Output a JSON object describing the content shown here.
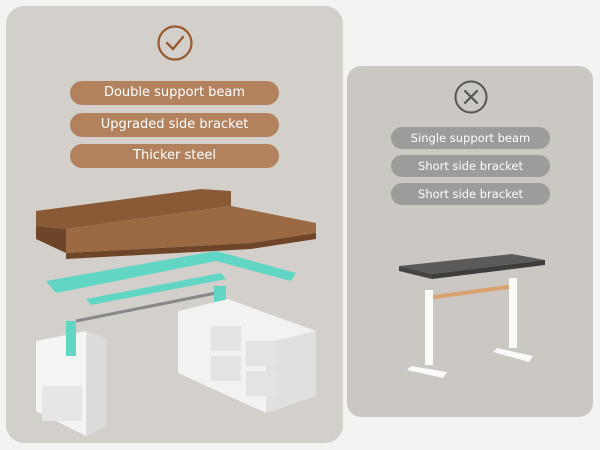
{
  "good": {
    "icon": "check-circle-icon",
    "features": [
      "Double support beam",
      "Upgraded side bracket",
      "Thicker steel"
    ],
    "accent": "#b2825f"
  },
  "bad": {
    "icon": "x-circle-icon",
    "features": [
      "Single support beam",
      "Short side bracket",
      "Short side bracket"
    ],
    "accent": "#9e9c9a"
  }
}
